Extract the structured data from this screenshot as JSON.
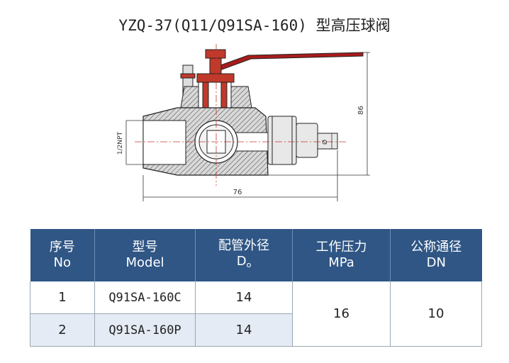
{
  "title": "YZQ-37(Q11/Q91SA-160) 型高压球阀",
  "drawing": {
    "dim_width": "76",
    "dim_height": "86",
    "dim_thread": "1/2NPT",
    "dim_tube": "Ø"
  },
  "table": {
    "headers": [
      {
        "zh": "序号",
        "en": "No"
      },
      {
        "zh": "型号",
        "en": "Model"
      },
      {
        "zh": "配管外径",
        "en": "D",
        "en_sub": "o"
      },
      {
        "zh": "工作压力",
        "en": "MPa"
      },
      {
        "zh": "公称通径",
        "en": "DN"
      }
    ],
    "rows": [
      {
        "no": "1",
        "model": "Q91SA-160C",
        "od": "14"
      },
      {
        "no": "2",
        "model": "Q91SA-160P",
        "od": "14"
      }
    ],
    "pressure": "16",
    "dn": "10"
  },
  "colors": {
    "header_bg": "#2f5685",
    "row_alt_bg": "#e5ebf4"
  }
}
